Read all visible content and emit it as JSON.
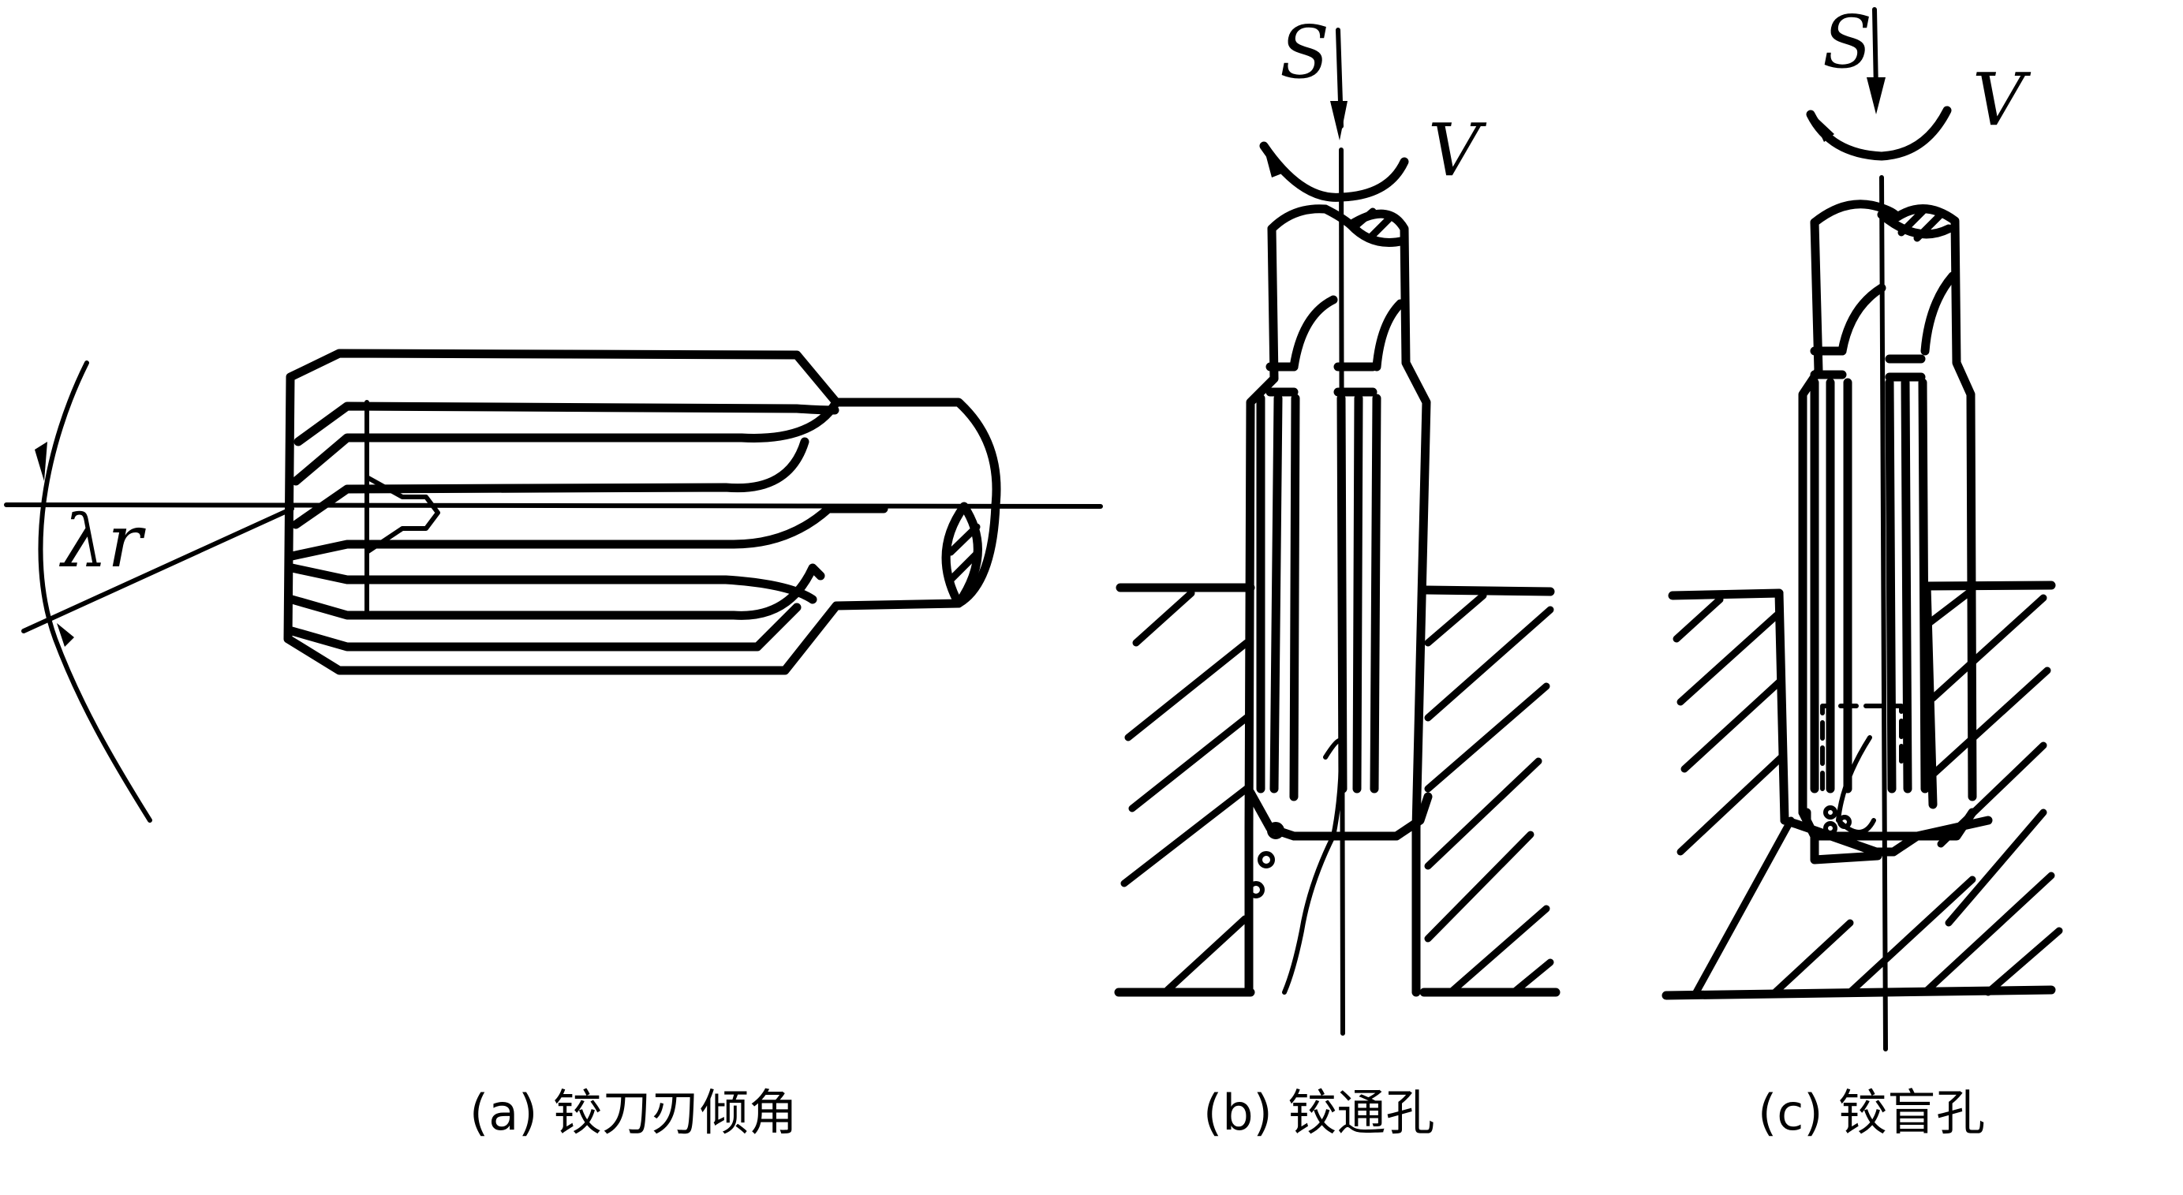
{
  "figure": {
    "panels": [
      {
        "id": "a",
        "caption": "(a) 铰刀刃倾角",
        "angle_symbol": "λr"
      },
      {
        "id": "b",
        "caption": "(b) 铰通孔",
        "feed_label": "S",
        "speed_label": "V"
      },
      {
        "id": "c",
        "caption": "(c) 铰盲孔",
        "feed_label": "S",
        "speed_label": "V"
      }
    ],
    "colors": {
      "ink": "#000000",
      "background": "#ffffff"
    }
  }
}
